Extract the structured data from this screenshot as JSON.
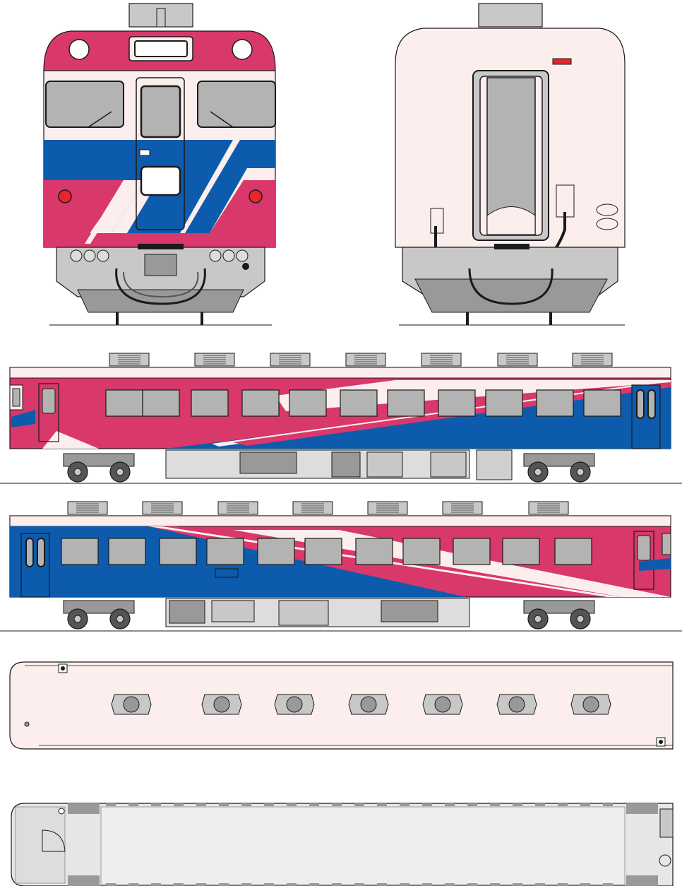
{
  "colors": {
    "pink": "#d9386a",
    "blue": "#0d5bad",
    "cream": "#fdeeee",
    "window_gray": "#b3b3b3",
    "gray_light": "#c8c8c8",
    "gray_mid": "#999999",
    "gray_dark": "#555555",
    "black": "#1a1a1a",
    "lamp_red": "#e8242c",
    "floor_gray": "#e6e6e6"
  },
  "views": {
    "front_end": "front-end-elevation",
    "rear_end": "rear-end-elevation",
    "side_a": "side-elevation-a",
    "side_b": "side-elevation-b",
    "roof": "roof-plan",
    "floor": "floor-plan"
  },
  "side_view": {
    "window_count": 11,
    "vent_count": 7,
    "wheelset_count": 4
  },
  "roof_plan": {
    "vent_count": 7
  }
}
